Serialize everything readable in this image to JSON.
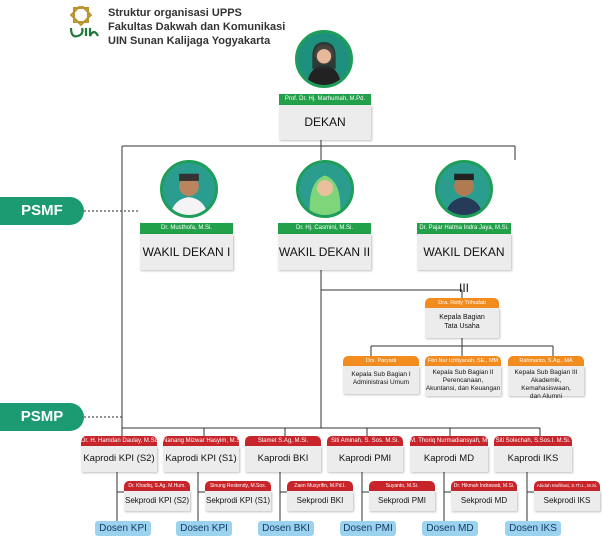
{
  "header": {
    "line1": "Struktur organisasi UPPS",
    "line2": "Fakultas Dakwah dan Komunikasi",
    "line3": "UIN Sunan Kalijaga Yogyakarta"
  },
  "dekan": {
    "name": "Prof. Dr. Hj. Marhumah, M.Pd.",
    "title": "DEKAN"
  },
  "wakil": [
    {
      "name": "Dr. Musthofa, M.Si.",
      "title": "WAKIL DEKAN I"
    },
    {
      "name": "Dr. Hj. Casmini, M.Si.",
      "title": "WAKIL DEKAN II"
    },
    {
      "name": "Dr. Pajar Hatma Indra Jaya, M.Si.",
      "title": "WAKIL DEKAN III"
    }
  ],
  "side": {
    "psmf": "PSMF",
    "psmp": "PSMP"
  },
  "kabag": {
    "name": "Dra. Retty Trihudati",
    "title_line1": "Kepala Bagian",
    "title_line2": "Tata Usaha"
  },
  "subbag": [
    {
      "name": "Drs. Paryadi",
      "line1": "Kepala Sub Bagian I",
      "line2": "Administrasi Umum",
      "line3": ""
    },
    {
      "name": "Fitri Nur Ichtiyanah, SE., MM",
      "line1": "Kepala Sub Bagian II",
      "line2": "Perencanaan,",
      "line3": "Akuntansi, dan Keuangan"
    },
    {
      "name": "Rahmanto, S.Ag., MA",
      "line1": "Kepala Sub Bagian III",
      "line2": "Akademik, Kemahasiswaan,",
      "line3": "dan Alumni"
    }
  ],
  "kaprodi": [
    {
      "name": "Dr. H. Hamdan Daulay, M.Si.",
      "title": "Kaprodi KPI (S2)"
    },
    {
      "name": "Nanang Mizwar Hasyim, M.Si.",
      "title": "Kaprodi KPI (S1)"
    },
    {
      "name": "Slamet S.Ag, M.Si.",
      "title": "Kaprodi BKI"
    },
    {
      "name": "Siti Aminah, S. Sos. M.Si.",
      "title": "Kaprodi PMI"
    },
    {
      "name": "M. Thoriq Nurmadiansyah, M.Si.",
      "title": "Kaprodi MD"
    },
    {
      "name": "Siti Solechah, S.Sos.I. M.Si.",
      "title": "Kaprodi IKS"
    }
  ],
  "sekprodi": [
    {
      "name": "Dr. Khadiq, S.Ag. M.Hum.",
      "title": "Sekprodi KPI (S2)"
    },
    {
      "name": "Sinung Restendy, M.Sos.",
      "title": "Sekprodi KPI (S1)"
    },
    {
      "name": "Zaen Musyrifin, M.Pd.I.",
      "title": "Sekprodi BKI"
    },
    {
      "name": "Suyanto, M.Si.",
      "title": "Sekprodi PMI"
    },
    {
      "name": "Dr. Hikmah Indrawati, M.Si.",
      "title": "Sekprodi MD"
    },
    {
      "name": "Abidah Muflihati, S.Th.I., M.Si.",
      "title": "Sekprodi IKS"
    }
  ],
  "dosen": [
    "Dosen KPI",
    "Dosen KPI",
    "Dosen BKI",
    "Dosen PMI",
    "Dosen MD",
    "Dosen IKS"
  ]
}
